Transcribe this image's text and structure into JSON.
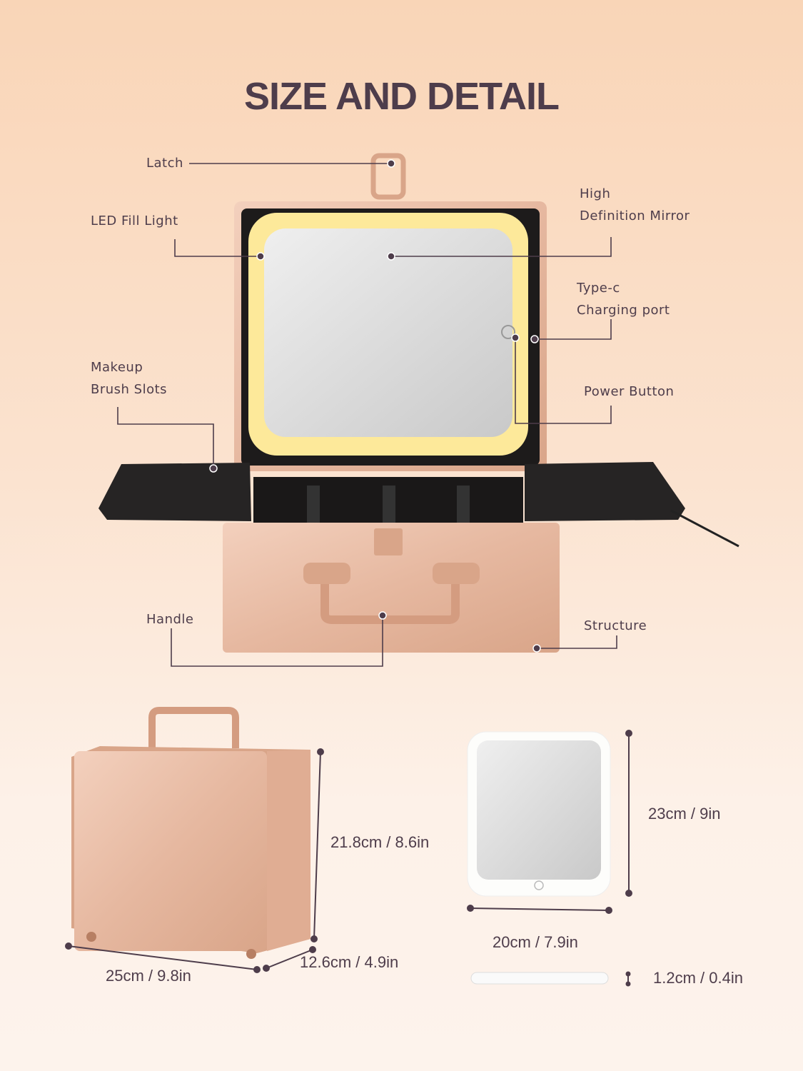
{
  "title": "SIZE AND DETAIL",
  "callouts": {
    "latch": "Latch",
    "led_fill_light": "LED Fill Light",
    "mirror_line1": "High",
    "mirror_line2": "Definition Mirror",
    "typec_line1": "Type-c",
    "typec_line2": "Charging port",
    "brush_line1": "Makeup",
    "brush_line2": "Brush Slots",
    "power_button": "Power Button",
    "handle": "Handle",
    "structure": "Structure"
  },
  "dimensions": {
    "case_height": "21.8cm / 8.6in",
    "case_width": "25cm / 9.8in",
    "case_depth": "12.6cm / 4.9in",
    "mirror_height": "23cm / 9in",
    "mirror_width": "20cm / 7.9in",
    "mirror_thickness": "1.2cm / 0.4in"
  },
  "colors": {
    "text": "#4e3d4b",
    "rose_gold": "#e9b99f",
    "led": "#fde99a"
  }
}
